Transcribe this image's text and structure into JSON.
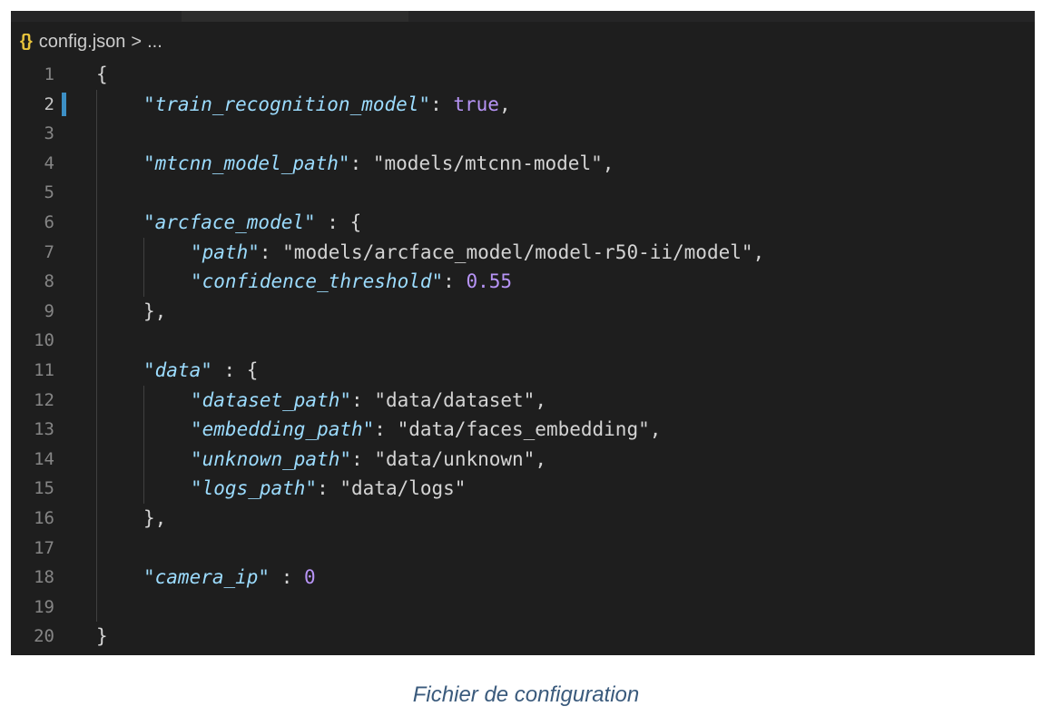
{
  "breadcrumb": {
    "icon": "json-braces-icon",
    "icon_glyph": "{}",
    "file": "config.json",
    "separator": ">",
    "more": "..."
  },
  "colors": {
    "editor_bg": "#1e1e1e",
    "key": "#9cdcfe",
    "string": "#d4d4d4",
    "number": "#b794f6",
    "line_number": "#858585",
    "cursor_marker": "#3c8fc5",
    "caption": "#3a5a7c"
  },
  "current_line": 2,
  "lines": [
    {
      "n": "1",
      "indent": 0,
      "tokens": [
        {
          "t": "p",
          "v": "{"
        }
      ]
    },
    {
      "n": "2",
      "indent": 1,
      "tokens": [
        {
          "t": "k",
          "v": "\"train_recognition_model\""
        },
        {
          "t": "p",
          "v": ": "
        },
        {
          "t": "b",
          "v": "true"
        },
        {
          "t": "p",
          "v": ","
        }
      ]
    },
    {
      "n": "3",
      "indent": 0,
      "tokens": []
    },
    {
      "n": "4",
      "indent": 1,
      "tokens": [
        {
          "t": "k",
          "v": "\"mtcnn_model_path\""
        },
        {
          "t": "p",
          "v": ": "
        },
        {
          "t": "s",
          "v": "\"models/mtcnn-model\""
        },
        {
          "t": "p",
          "v": ","
        }
      ]
    },
    {
      "n": "5",
      "indent": 0,
      "tokens": []
    },
    {
      "n": "6",
      "indent": 1,
      "tokens": [
        {
          "t": "k",
          "v": "\"arcface_model\""
        },
        {
          "t": "p",
          "v": " : {"
        }
      ]
    },
    {
      "n": "7",
      "indent": 2,
      "tokens": [
        {
          "t": "k",
          "v": "\"path\""
        },
        {
          "t": "p",
          "v": ": "
        },
        {
          "t": "s",
          "v": "\"models/arcface_model/model-r50-ii/model\""
        },
        {
          "t": "p",
          "v": ","
        }
      ]
    },
    {
      "n": "8",
      "indent": 2,
      "tokens": [
        {
          "t": "k",
          "v": "\"confidence_threshold\""
        },
        {
          "t": "p",
          "v": ": "
        },
        {
          "t": "n",
          "v": "0.55"
        }
      ]
    },
    {
      "n": "9",
      "indent": 1,
      "tokens": [
        {
          "t": "p",
          "v": "},"
        }
      ]
    },
    {
      "n": "10",
      "indent": 0,
      "tokens": []
    },
    {
      "n": "11",
      "indent": 1,
      "tokens": [
        {
          "t": "k",
          "v": "\"data\""
        },
        {
          "t": "p",
          "v": " : {"
        }
      ]
    },
    {
      "n": "12",
      "indent": 2,
      "tokens": [
        {
          "t": "k",
          "v": "\"dataset_path\""
        },
        {
          "t": "p",
          "v": ": "
        },
        {
          "t": "s",
          "v": "\"data/dataset\""
        },
        {
          "t": "p",
          "v": ","
        }
      ]
    },
    {
      "n": "13",
      "indent": 2,
      "tokens": [
        {
          "t": "k",
          "v": "\"embedding_path\""
        },
        {
          "t": "p",
          "v": ": "
        },
        {
          "t": "s",
          "v": "\"data/faces_embedding\""
        },
        {
          "t": "p",
          "v": ","
        }
      ]
    },
    {
      "n": "14",
      "indent": 2,
      "tokens": [
        {
          "t": "k",
          "v": "\"unknown_path\""
        },
        {
          "t": "p",
          "v": ": "
        },
        {
          "t": "s",
          "v": "\"data/unknown\""
        },
        {
          "t": "p",
          "v": ","
        }
      ]
    },
    {
      "n": "15",
      "indent": 2,
      "tokens": [
        {
          "t": "k",
          "v": "\"logs_path\""
        },
        {
          "t": "p",
          "v": ": "
        },
        {
          "t": "s",
          "v": "\"data/logs\""
        }
      ]
    },
    {
      "n": "16",
      "indent": 1,
      "tokens": [
        {
          "t": "p",
          "v": "},"
        }
      ]
    },
    {
      "n": "17",
      "indent": 0,
      "tokens": []
    },
    {
      "n": "18",
      "indent": 1,
      "tokens": [
        {
          "t": "k",
          "v": "\"camera_ip\""
        },
        {
          "t": "p",
          "v": " : "
        },
        {
          "t": "n",
          "v": "0"
        }
      ]
    },
    {
      "n": "19",
      "indent": 0,
      "tokens": []
    },
    {
      "n": "20",
      "indent": 0,
      "tokens": [
        {
          "t": "p",
          "v": "}"
        }
      ]
    }
  ],
  "caption": "Fichier de configuration"
}
